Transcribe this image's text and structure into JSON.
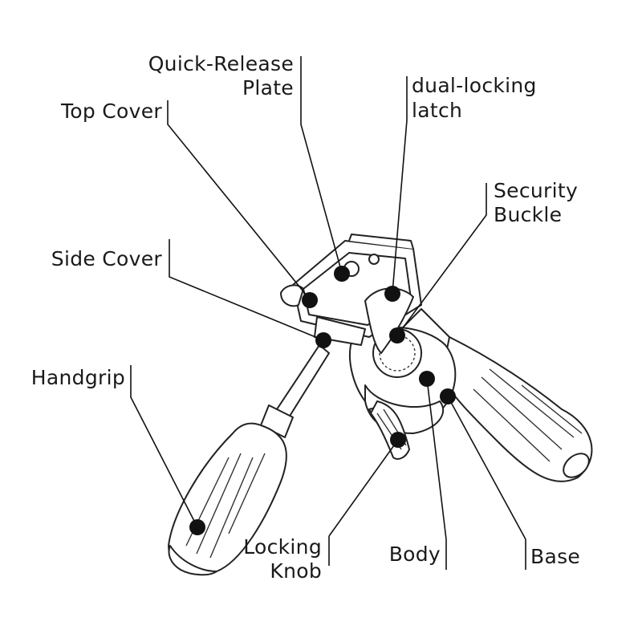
{
  "diagram": {
    "labels": {
      "quick_release_plate_1": "Quick-Release",
      "quick_release_plate_2": "Plate",
      "dual_locking_latch_1": "dual-locking",
      "dual_locking_latch_2": "latch",
      "top_cover": "Top Cover",
      "security_buckle_1": "Security",
      "security_buckle_2": "Buckle",
      "side_cover": "Side Cover",
      "handgrip": "Handgrip",
      "locking_knob_1": "Locking",
      "locking_knob_2": "Knob",
      "body": "Body",
      "base": "Base"
    },
    "colors": {
      "ink": "#111111",
      "paper": "#ffffff"
    }
  }
}
